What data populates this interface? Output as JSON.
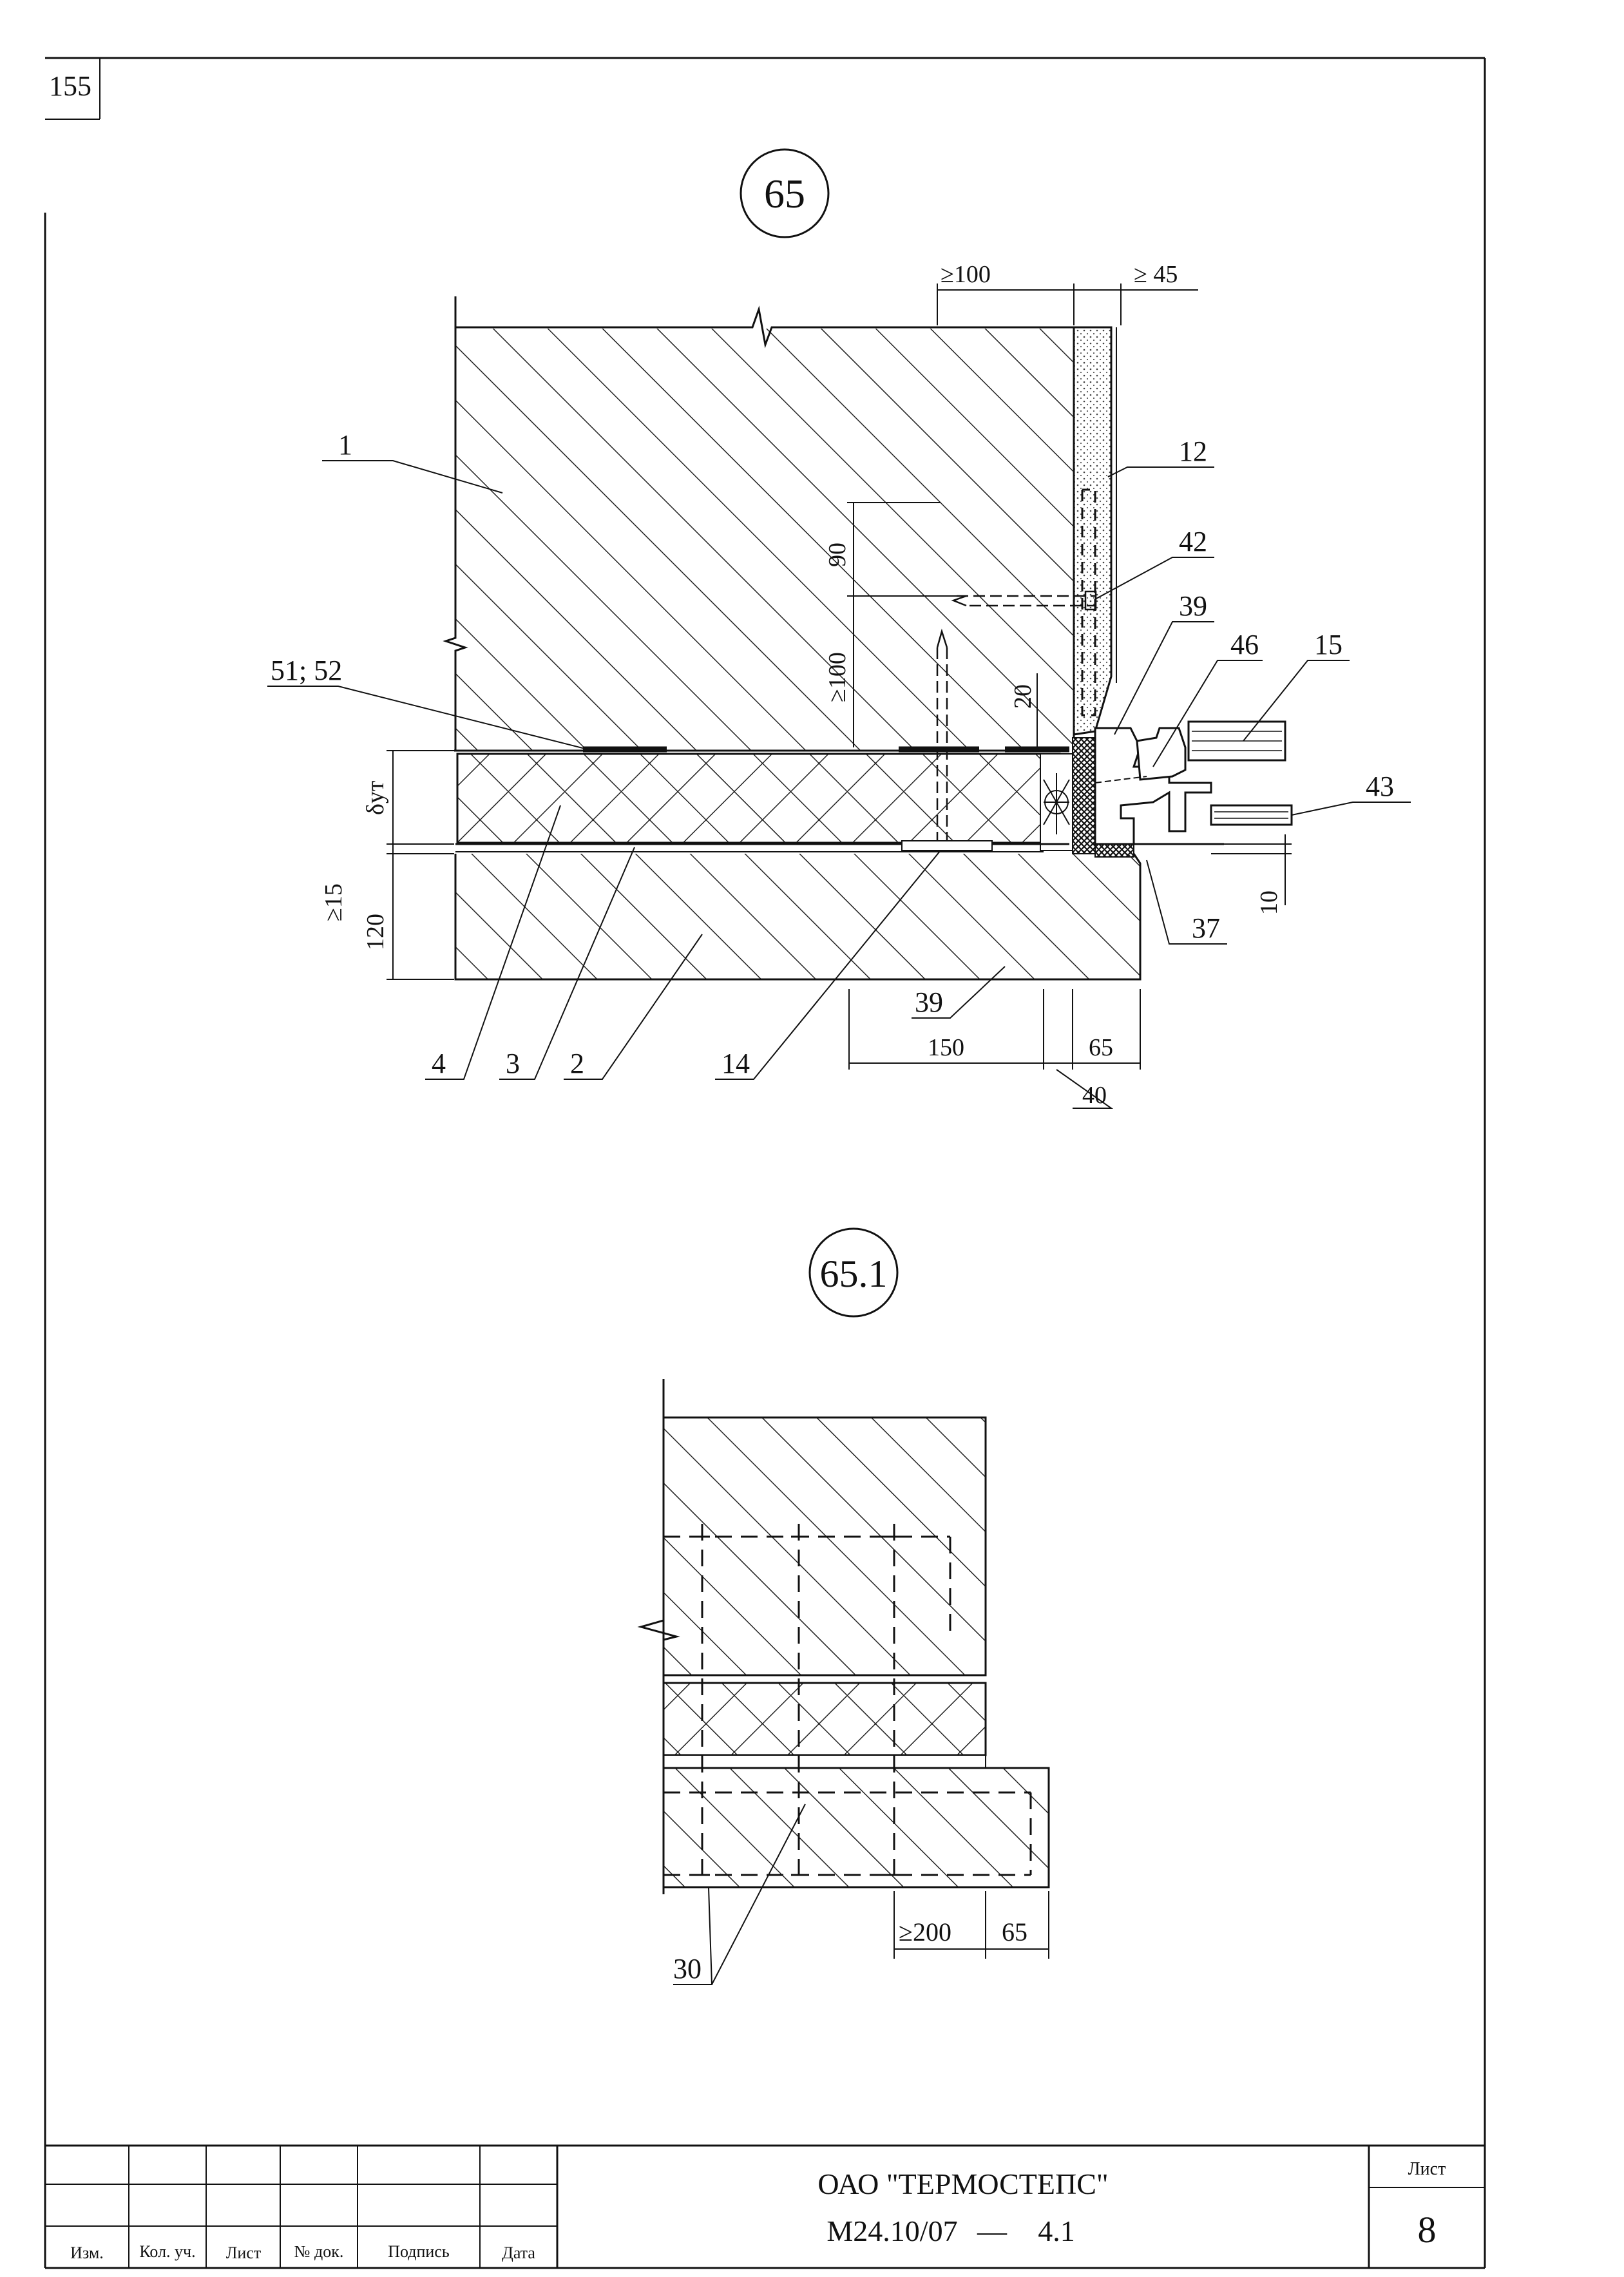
{
  "sheet_corner_number": "155",
  "detail_65": {
    "callout": "65",
    "dims": {
      "top_left": "≥100",
      "top_right": "≥ 45",
      "vert_90": "90",
      "vert_100": "≥100",
      "vert_20": "20",
      "d_ut": "δут",
      "left_15": "≥15",
      "left_120": "120",
      "bottom_150": "150",
      "bottom_65": "65",
      "bottom_40": "40",
      "right_10": "10"
    },
    "leaders": {
      "l1": "1",
      "l12": "12",
      "l42": "42",
      "l39a": "39",
      "l46": "46",
      "l15": "15",
      "l51": "51; 52",
      "l43": "43",
      "l37": "37",
      "l39b": "39",
      "l4": "4",
      "l3": "3",
      "l2": "2",
      "l14": "14"
    }
  },
  "detail_65_1": {
    "callout": "65.1",
    "dims": {
      "d200": "≥200",
      "d65": "65"
    },
    "leaders": {
      "l30": "30"
    }
  },
  "title_block": {
    "org": "ОАО \"ТЕРМОСТЕПС\"",
    "code": "М24.10/07",
    "dash": "—",
    "section": "4.1",
    "sheet_label": "Лист",
    "sheet_number": "8",
    "cols": {
      "izm": "Изм.",
      "kol": "Кол. уч.",
      "list": "Лист",
      "doc": "№ док.",
      "podp": "Подпись",
      "date": "Дата"
    }
  }
}
